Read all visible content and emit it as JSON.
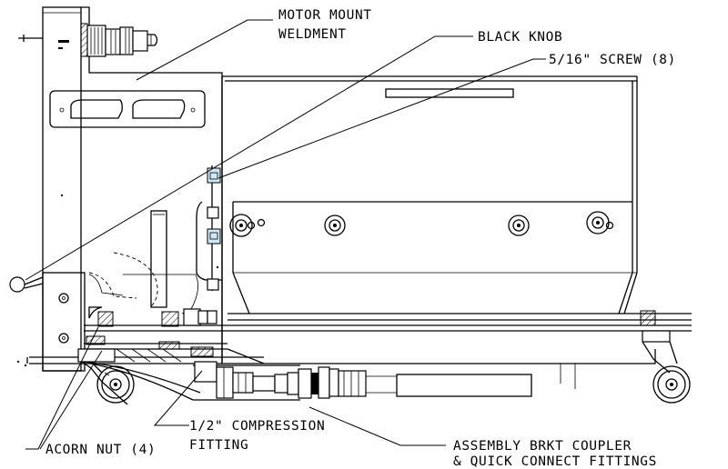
{
  "callouts": {
    "motor_mount": [
      "MOTOR MOUNT",
      "WELDMENT"
    ],
    "black_knob": "BLACK KNOB",
    "screw": "5/16\" SCREW (8)",
    "compression": [
      "1/2\" COMPRESSION",
      "FITTING"
    ],
    "acorn_nut": "ACORN NUT (4)",
    "bracket": [
      "ASSEMBLY BRKT COUPLER",
      "& QUICK CONNECT FITTINGS"
    ]
  },
  "colors": {
    "line": "#000000",
    "highlight": "#cfe9f7",
    "background": "#ffffff"
  }
}
